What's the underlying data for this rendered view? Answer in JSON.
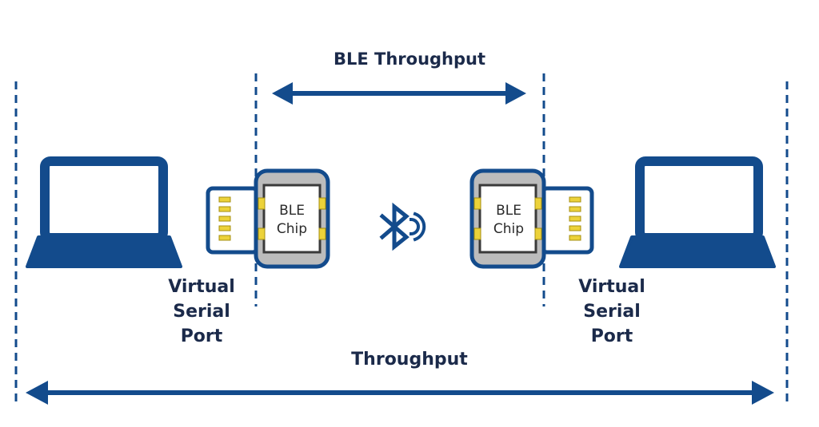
{
  "labels": {
    "ble_throughput": "BLE Throughput",
    "throughput": "Throughput",
    "virtual_serial_port": [
      "Virtual",
      "Serial",
      "Port"
    ],
    "chip": [
      "BLE",
      "Chip"
    ]
  },
  "icons": {
    "laptop": "laptop-icon",
    "usb_dongle": "usb-ble-dongle",
    "bluetooth": "bluetooth-signal-icon"
  },
  "colors": {
    "primary": "#134b8c",
    "text": "#1b2a4a",
    "chip_fill": "#bcbcbc",
    "pin_yellow": "#ecd23a"
  }
}
